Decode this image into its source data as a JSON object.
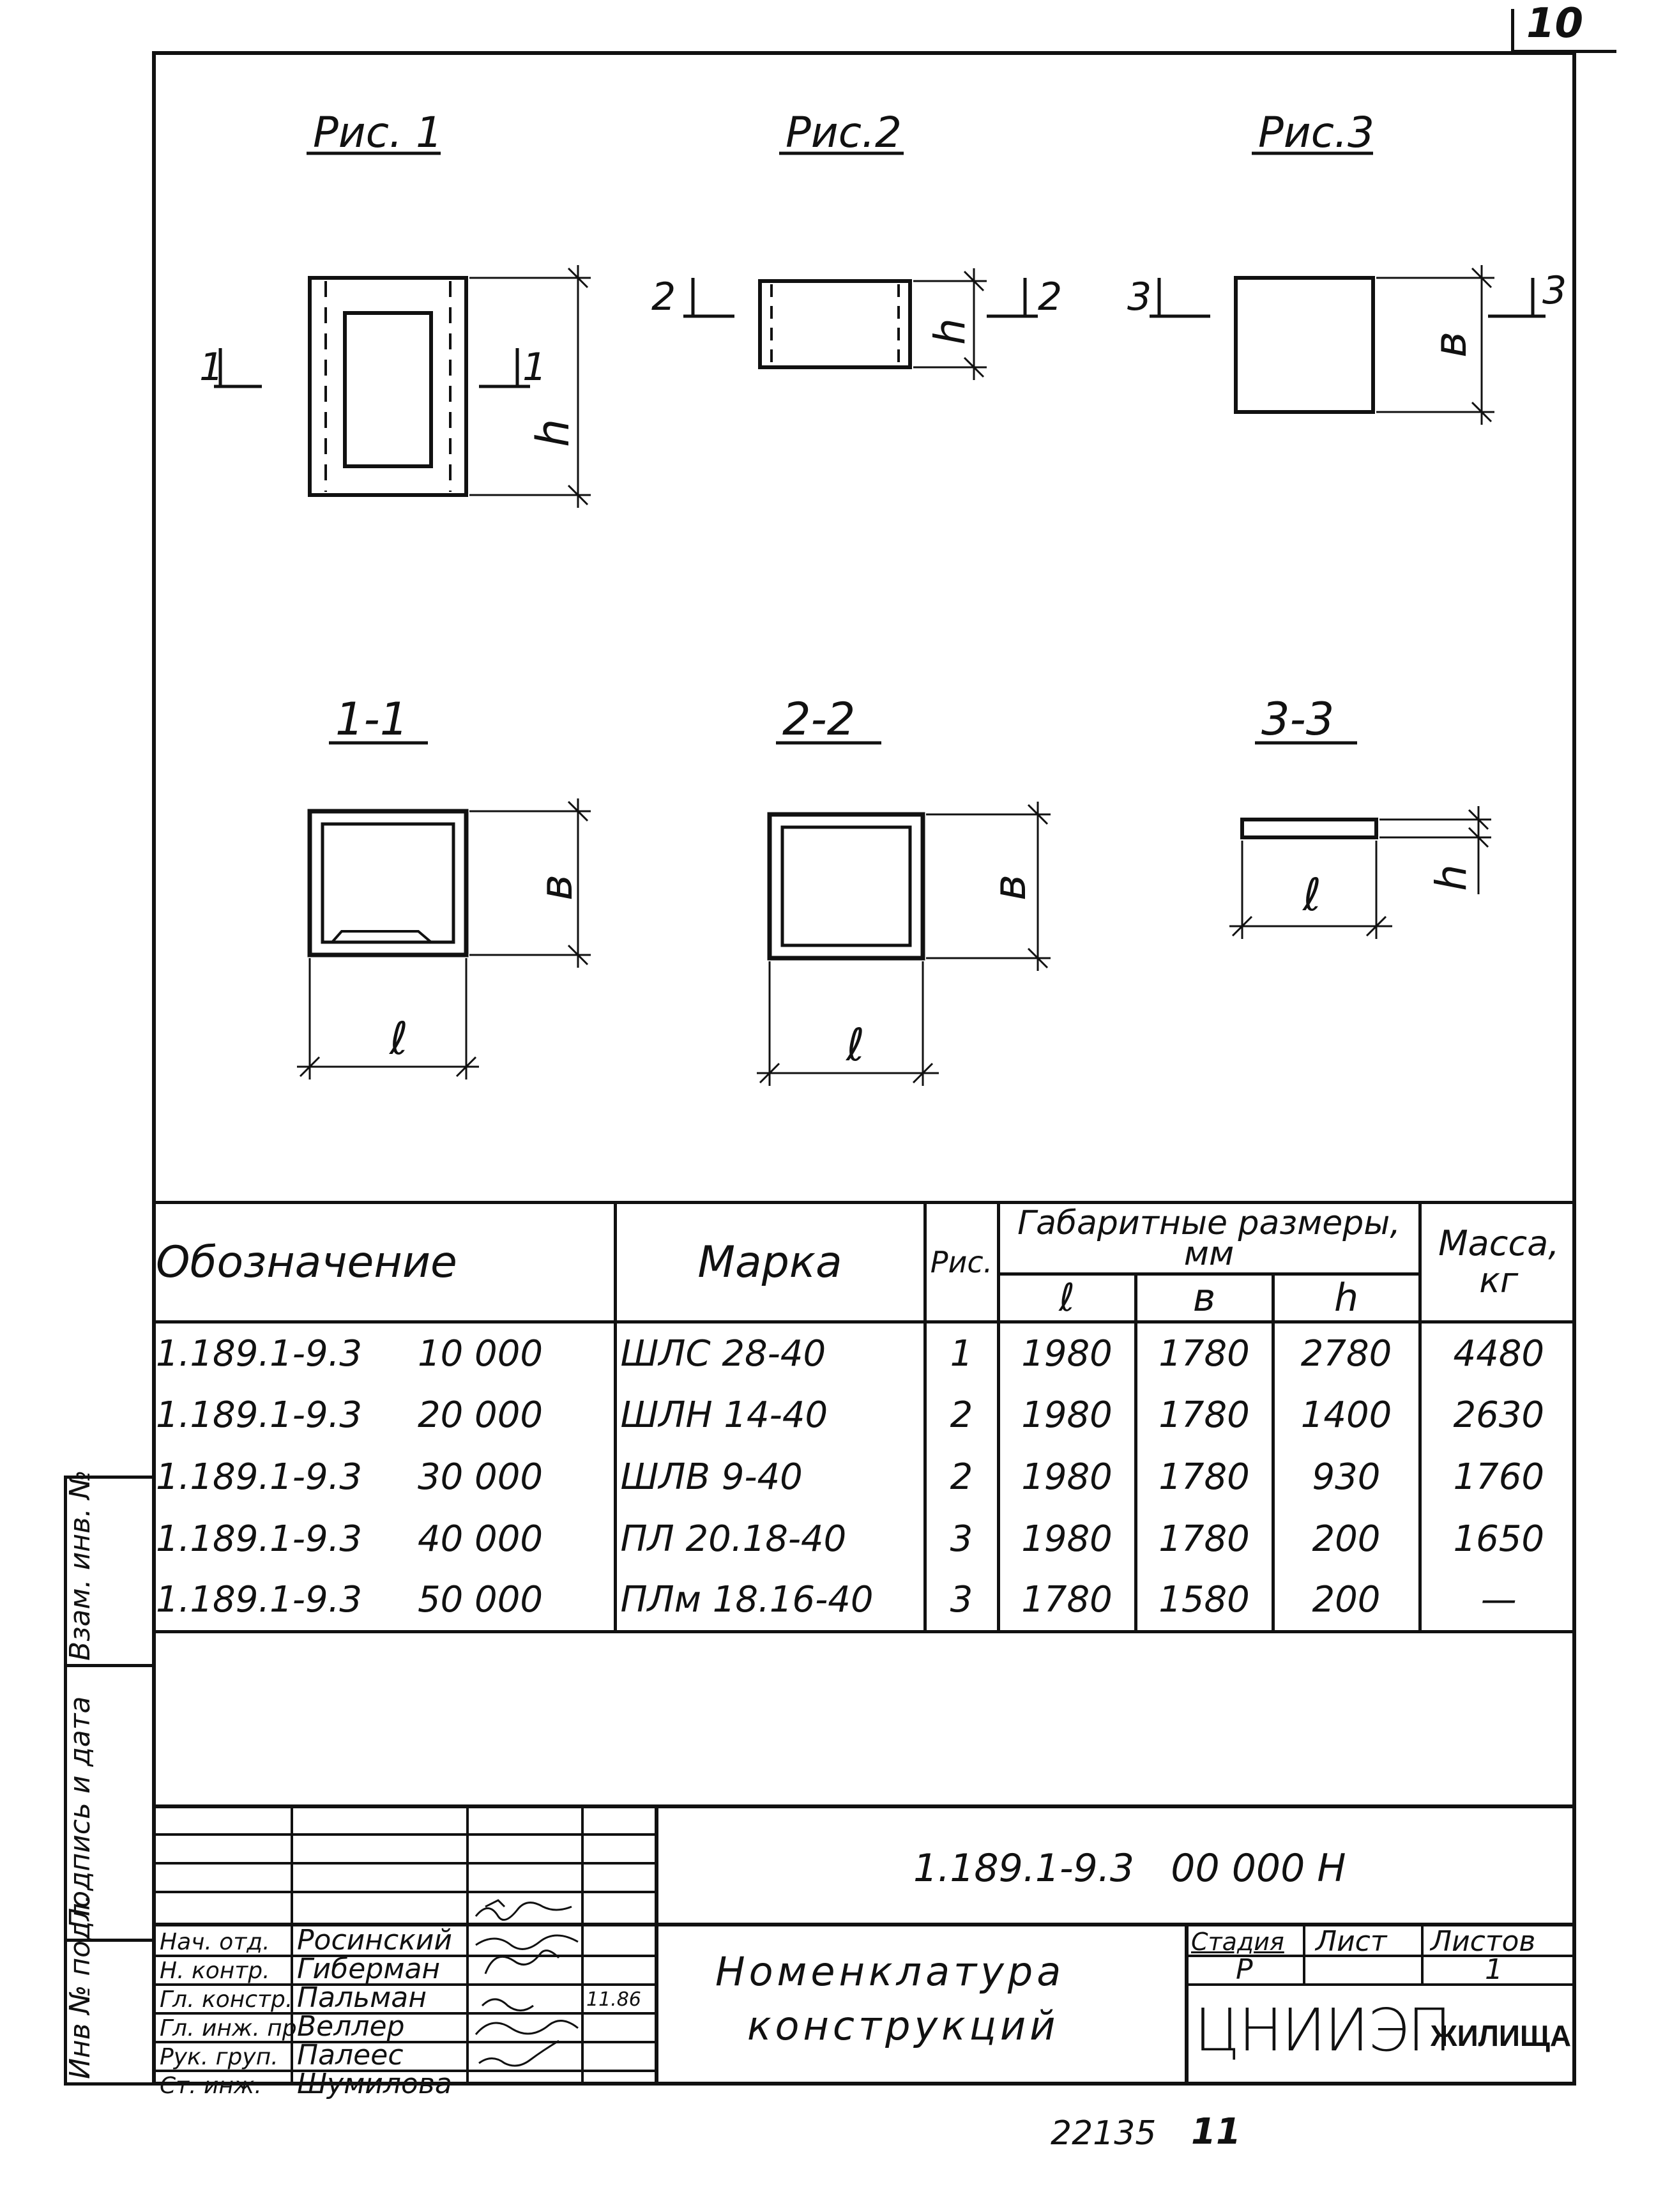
{
  "sheet_number": "10",
  "figures": {
    "fig1_title": "Рис. 1",
    "fig2_title": "Рис.2",
    "fig3_title": "Рис.3",
    "sec1_title": "1-1",
    "sec2_title": "2-2",
    "sec3_title": "3-3",
    "cut_1": "1",
    "cut_2": "2",
    "cut_3": "3",
    "dim_h": "h",
    "dim_b": "в",
    "dim_l": "ℓ"
  },
  "table": {
    "headers": {
      "designation": "Обозначение",
      "mark": "Марка",
      "fig": "Рис.",
      "dims": "Габаритные размеры, мм",
      "l": "ℓ",
      "b": "в",
      "h": "h",
      "mass": "Масса, кг"
    },
    "rows": [
      {
        "designation": "1.189.1-9.3",
        "code": "10 000",
        "mark": "ШЛС 28-40",
        "fig": "1",
        "l": "1980",
        "b": "1780",
        "h": "2780",
        "mass": "4480"
      },
      {
        "designation": "1.189.1-9.3",
        "code": "20 000",
        "mark": "ШЛН 14-40",
        "fig": "2",
        "l": "1980",
        "b": "1780",
        "h": "1400",
        "mass": "2630"
      },
      {
        "designation": "1.189.1-9.3",
        "code": "30 000",
        "mark": "ШЛВ 9-40",
        "fig": "2",
        "l": "1980",
        "b": "1780",
        "h": "930",
        "mass": "1760"
      },
      {
        "designation": "1.189.1-9.3",
        "code": "40 000",
        "mark": "ПЛ 20.18-40",
        "fig": "3",
        "l": "1980",
        "b": "1780",
        "h": "200",
        "mass": "1650"
      },
      {
        "designation": "1.189.1-9.3",
        "code": "50 000",
        "mark": "ПЛм 18.16-40",
        "fig": "3",
        "l": "1780",
        "b": "1580",
        "h": "200",
        "mass": "—"
      }
    ]
  },
  "side_strip": {
    "inv_orig": "Инв № подл.",
    "sign_date": "Подпись и дата",
    "inv_replace": "Взам. инв. №"
  },
  "title_block": {
    "doc_code": "1.189.1-9.3   00 000 Н",
    "title_line1": "Номенклатура",
    "title_line2": "конструкций",
    "stage_label": "Стадия",
    "sheet_label": "Лист",
    "sheets_label": "Листов",
    "stage_value": "Р",
    "sheets_value": "1",
    "org_logo": "ЦНИИЭП",
    "org_suffix": "ЖИЛИЩА",
    "date": "11.86",
    "signers": [
      {
        "role": "Нач. отд.",
        "name": "Росинский"
      },
      {
        "role": "Н. контр.",
        "name": "Гиберман"
      },
      {
        "role": "Гл. констр.",
        "name": "Пальман"
      },
      {
        "role": "Гл. инж. пр.",
        "name": "Веллер"
      },
      {
        "role": "Рук. груп.",
        "name": "Палеес"
      },
      {
        "role": "Ст. инж.",
        "name": "Шумилова"
      }
    ]
  },
  "footer": {
    "archive_no": "22135",
    "page": "11"
  }
}
